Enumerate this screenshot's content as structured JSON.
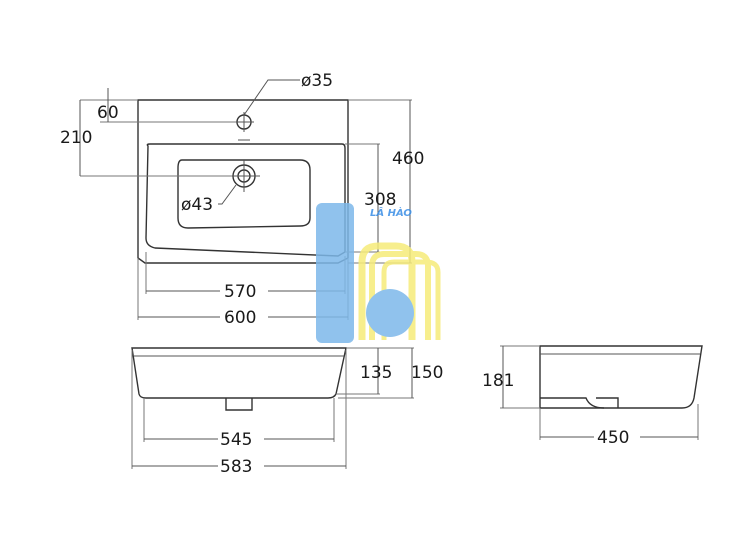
{
  "top_view": {
    "dims": {
      "tap_hole": "ø35",
      "tap_offset": "60",
      "drain_offset": "210",
      "drain": "ø43",
      "bowl_depth": "308",
      "overall_depth": "460",
      "bowl_width": "570",
      "overall_width": "600"
    }
  },
  "front_view": {
    "dims": {
      "bowl_height": "135",
      "overall_height": "150",
      "base_width": "545",
      "top_width": "583"
    }
  },
  "side_view": {
    "dims": {
      "overall_height": "181",
      "depth": "450"
    }
  },
  "watermark": {
    "text": "LÂ HÀO",
    "colors": {
      "blue": "#7db8ea",
      "yellow": "#f6ec7a"
    }
  }
}
